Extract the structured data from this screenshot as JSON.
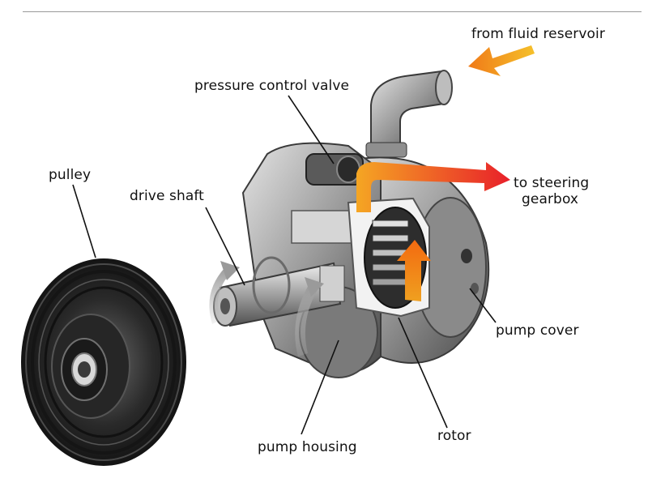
{
  "labels": {
    "from_reservoir": "from fluid reservoir",
    "pressure_valve": "pressure control valve",
    "to_gearbox_line1": "to steering",
    "to_gearbox_line2": "gearbox",
    "pulley": "pulley",
    "drive_shaft": "drive shaft",
    "pump_cover": "pump cover",
    "rotor": "rotor",
    "pump_housing": "pump housing"
  },
  "colors": {
    "metal_dark": "#3a3a3a",
    "metal_mid": "#7a7a7a",
    "metal_light": "#c8c8c8",
    "flow_orange": "#f39a1e",
    "flow_red": "#e8202a"
  }
}
